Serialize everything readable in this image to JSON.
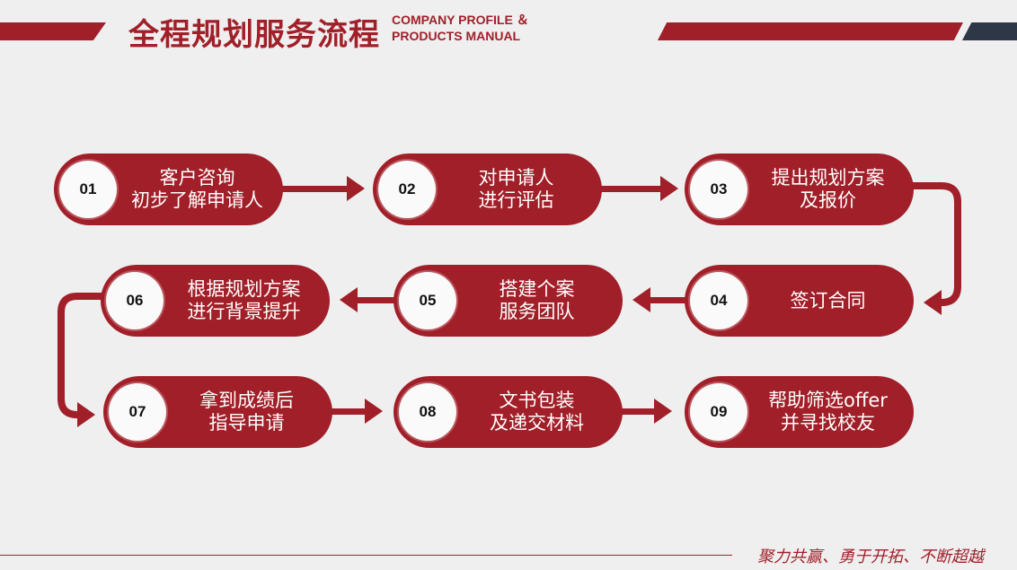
{
  "header": {
    "title": "全程规划服务流程",
    "subtitle_line1": "COMPANY PROFILE ＆",
    "subtitle_line2": "PRODUCTS MANUAL"
  },
  "colors": {
    "accent": "#a11f28",
    "dark": "#2d3746",
    "background": "#efeff0",
    "circle": "#fafafa"
  },
  "steps": [
    {
      "num": "01",
      "line1": "客户咨询",
      "line2": "初步了解申请人"
    },
    {
      "num": "02",
      "line1": "对申请人",
      "line2": "进行评估"
    },
    {
      "num": "03",
      "line1": "提出规划方案",
      "line2": "及报价"
    },
    {
      "num": "04",
      "line1": "签订合同",
      "line2": ""
    },
    {
      "num": "05",
      "line1": "搭建个案",
      "line2": "服务团队"
    },
    {
      "num": "06",
      "line1": "根据规划方案",
      "line2": "进行背景提升"
    },
    {
      "num": "07",
      "line1": "拿到成绩后",
      "line2": "指导申请"
    },
    {
      "num": "08",
      "line1": "文书包装",
      "line2": "及递交材料"
    },
    {
      "num": "09",
      "line1": "帮助筛选offer",
      "line2": "并寻找校友"
    }
  ],
  "footer": {
    "slogan": "聚力共赢、勇于开拓、不断超越"
  }
}
